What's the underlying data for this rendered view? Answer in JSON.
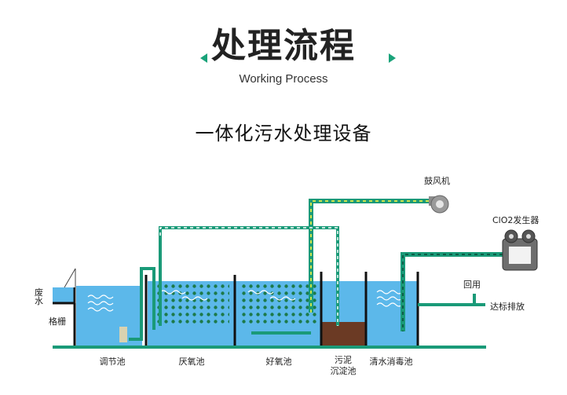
{
  "header": {
    "title": "处理流程",
    "subtitle_en": "Working Process",
    "device_title": "一体化污水处理设备"
  },
  "diagram": {
    "inlet_label": "废\n水",
    "grille_label": "格栅",
    "blower_label": "鼓风机",
    "clo2_label": "ClO2发生器",
    "return_label": "回用",
    "discharge_label": "达标排放",
    "tanks": {
      "regulating": "调节池",
      "anaerobic": "厌氧池",
      "aerobic": "好氧池",
      "sludge": "污泥\n沉淀池",
      "disinfection": "清水消毒池"
    },
    "colors": {
      "accent": "#1aa37a",
      "pipe": "#1a9a78",
      "water": "#5cb8ea",
      "sludge": "#6b3a24",
      "wall": "#111111"
    }
  }
}
